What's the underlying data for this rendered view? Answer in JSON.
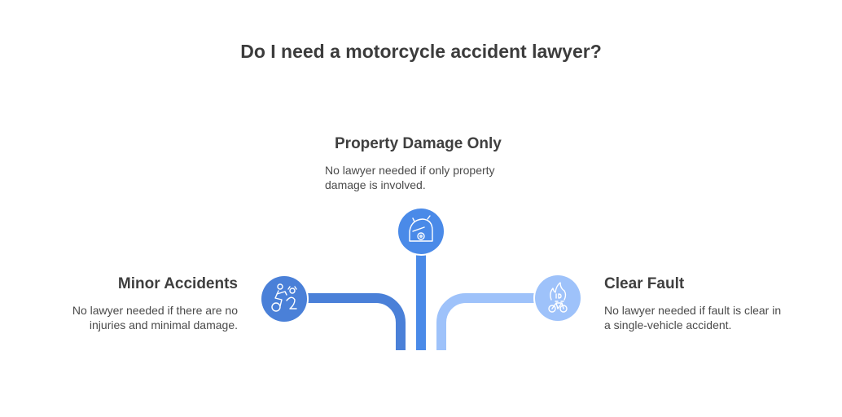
{
  "title": "Do I need a motorcycle accident lawyer?",
  "items": [
    {
      "heading": "Property Damage Only",
      "description_lines": [
        "No lawyer needed if only property",
        "damage is involved."
      ],
      "icon": "helmet-icon",
      "color": "#4a8ae8"
    },
    {
      "heading": "Minor Accidents",
      "description_lines": [
        "No lawyer needed if there are no",
        "injuries and minimal damage."
      ],
      "icon": "motorcyclist-icon",
      "color": "#4a80d8"
    },
    {
      "heading": "Clear Fault",
      "description_lines": [
        "No lawyer needed if fault is clear in",
        "a single-vehicle accident."
      ],
      "icon": "fire-bicycle-icon",
      "color": "#9ec2fa"
    }
  ]
}
